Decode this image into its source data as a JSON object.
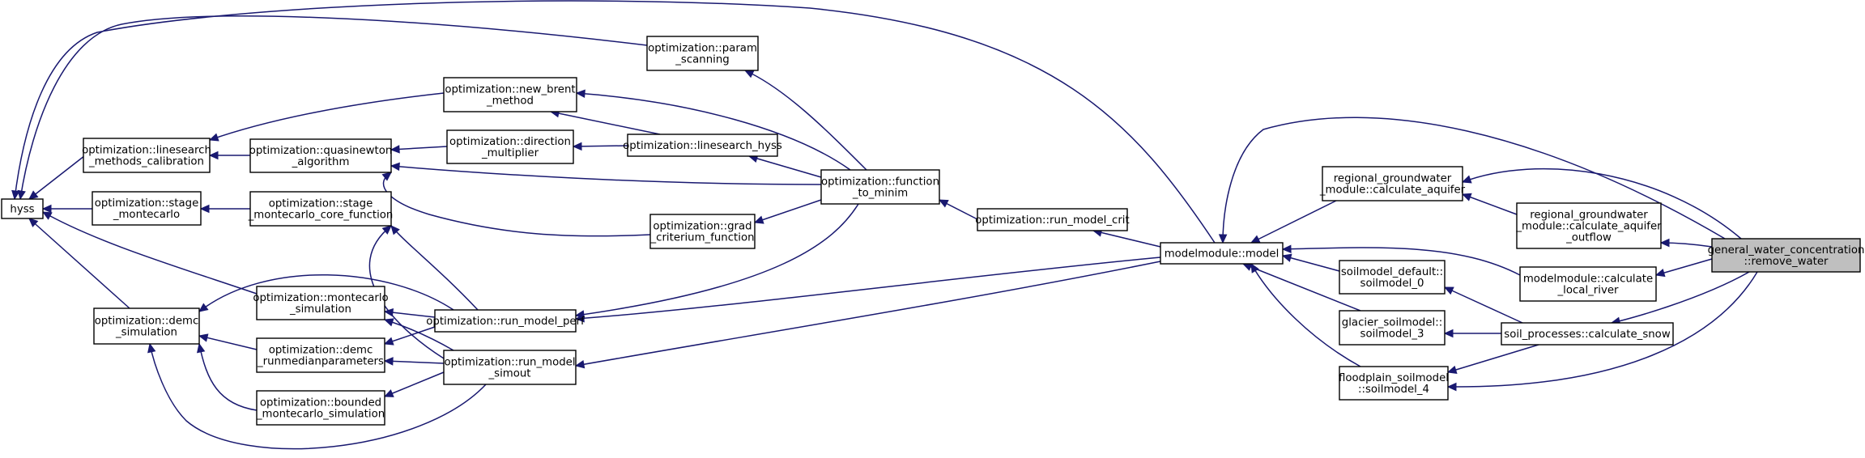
{
  "graph": {
    "nodes": {
      "hyss": [
        "hyss"
      ],
      "ls_calib": [
        "optimization::linesearch",
        "_methods_calibration"
      ],
      "stage_mc": [
        "optimization::stage",
        "_montecarlo"
      ],
      "demc_sim": [
        "optimization::demc",
        "_simulation"
      ],
      "new_brent": [
        "optimization::new_brent",
        "_method"
      ],
      "quasinewton": [
        "optimization::quasinewton",
        "_algorithm"
      ],
      "direction": [
        "optimization::direction",
        "_multiplier"
      ],
      "stage_core": [
        "optimization::stage",
        "_montecarlo_core_function"
      ],
      "mc_sim": [
        "optimization::montecarlo",
        "_simulation"
      ],
      "demc_runmedian": [
        "optimization::demc",
        "_runmedianparameters"
      ],
      "bounded_mc": [
        "optimization::bounded",
        "_montecarlo_simulation"
      ],
      "param_scan": [
        "optimization::param",
        "_scanning"
      ],
      "ls_hyss": [
        "optimization::linesearch_hyss"
      ],
      "grad": [
        "optimization::grad",
        "_criterium_function"
      ],
      "run_perf": [
        "optimization::run_model_perf"
      ],
      "run_simout": [
        "optimization::run_model",
        "_simout"
      ],
      "func_minim": [
        "optimization::function",
        "_to_minim"
      ],
      "run_crit": [
        "optimization::run_model_crit"
      ],
      "model": [
        "modelmodule::model"
      ],
      "rg_aquifer": [
        "regional_groundwater",
        "_module::calculate_aquifer"
      ],
      "sm_default": [
        "soilmodel_default::",
        "soilmodel_0"
      ],
      "glacier": [
        "glacier_soilmodel::",
        "soilmodel_3"
      ],
      "floodplain": [
        "floodplain_soilmodel",
        "::soilmodel_4"
      ],
      "rg_outflow": [
        "regional_groundwater",
        "_module::calculate_aquifer",
        "_outflow"
      ],
      "local_river": [
        "modelmodule::calculate",
        "_local_river"
      ],
      "snow": [
        "soil_processes::calculate_snow"
      ],
      "remove_water": [
        "general_water_concentration",
        "::remove_water"
      ]
    }
  }
}
